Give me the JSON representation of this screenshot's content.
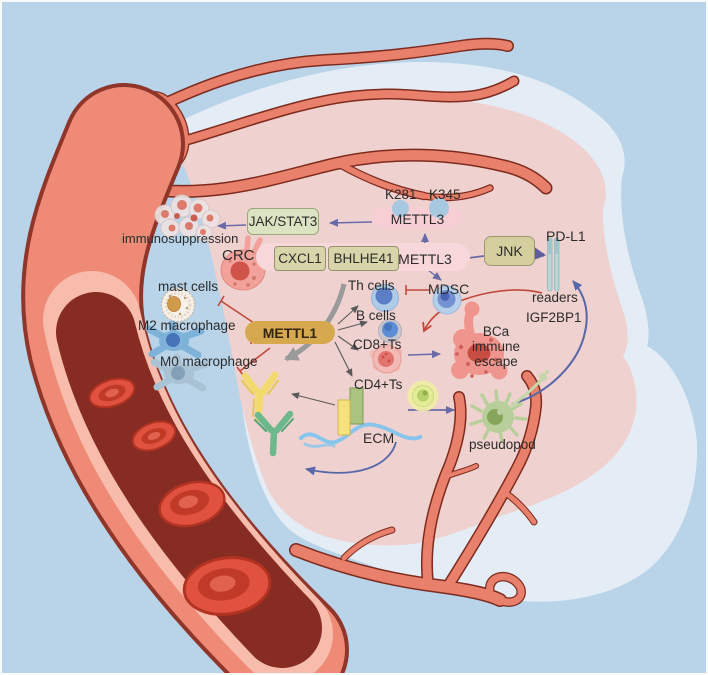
{
  "figure": {
    "molecules": {
      "k281": "K281",
      "k345": "K345",
      "mettl3_top": "METTL3",
      "mettl3_bar": "METTL3",
      "jak_stat3": "JAK/STAT3",
      "cxcl1": "CXCL1",
      "bhlhe41": "BHLHE41",
      "jnk": "JNK",
      "mettl1": "METTL1",
      "pd_l1": "PD-L1",
      "readers": "readers",
      "igf2bp1": "IGF2BP1",
      "ecm": "ECM"
    },
    "cells": {
      "immunosuppression": "immunosuppression",
      "crc": "CRC",
      "mast_cells": "mast cells",
      "m2_macrophage": "M2 macrophage",
      "m0_macrophage": "M0 macrophage",
      "th_cells": "Th cells",
      "b_cells": "B cells",
      "cd8_ts": "CD8+Ts",
      "cd4_ts": "CD4+Ts",
      "mdsc": "MDSC",
      "pseudopod": "pseudopod",
      "bca_line1": "BCa",
      "bca_line2": "immune",
      "bca_line3": "escape"
    },
    "icons": {
      "red_blood_cell": "ellipse-disc",
      "blood_vessel": "branching-tube",
      "antibody_yellow": "Y-shape",
      "antibody_green": "Y-shape",
      "pd_l1_receptor": "double-bar",
      "ecm_fiber": "dotted-wave",
      "inhibition_end": "T-bar"
    },
    "colors": {
      "background": "#b9d3e8",
      "halo": "#e4ecf5",
      "tumor": "#efd2cf",
      "vessel": "#ee8a76",
      "vessel_lumen": "#872c23",
      "khaki_box": "#d9d5aa",
      "sage_box": "#dce3c2",
      "gold_pill": "#d7a94f",
      "pink_bar": "#f8d7da",
      "arrow_purple": "#6a6aa8",
      "inhibition_red": "#c2473a",
      "arrow_gray": "#9a9a9a",
      "arrow_blue": "#5767a9"
    }
  }
}
